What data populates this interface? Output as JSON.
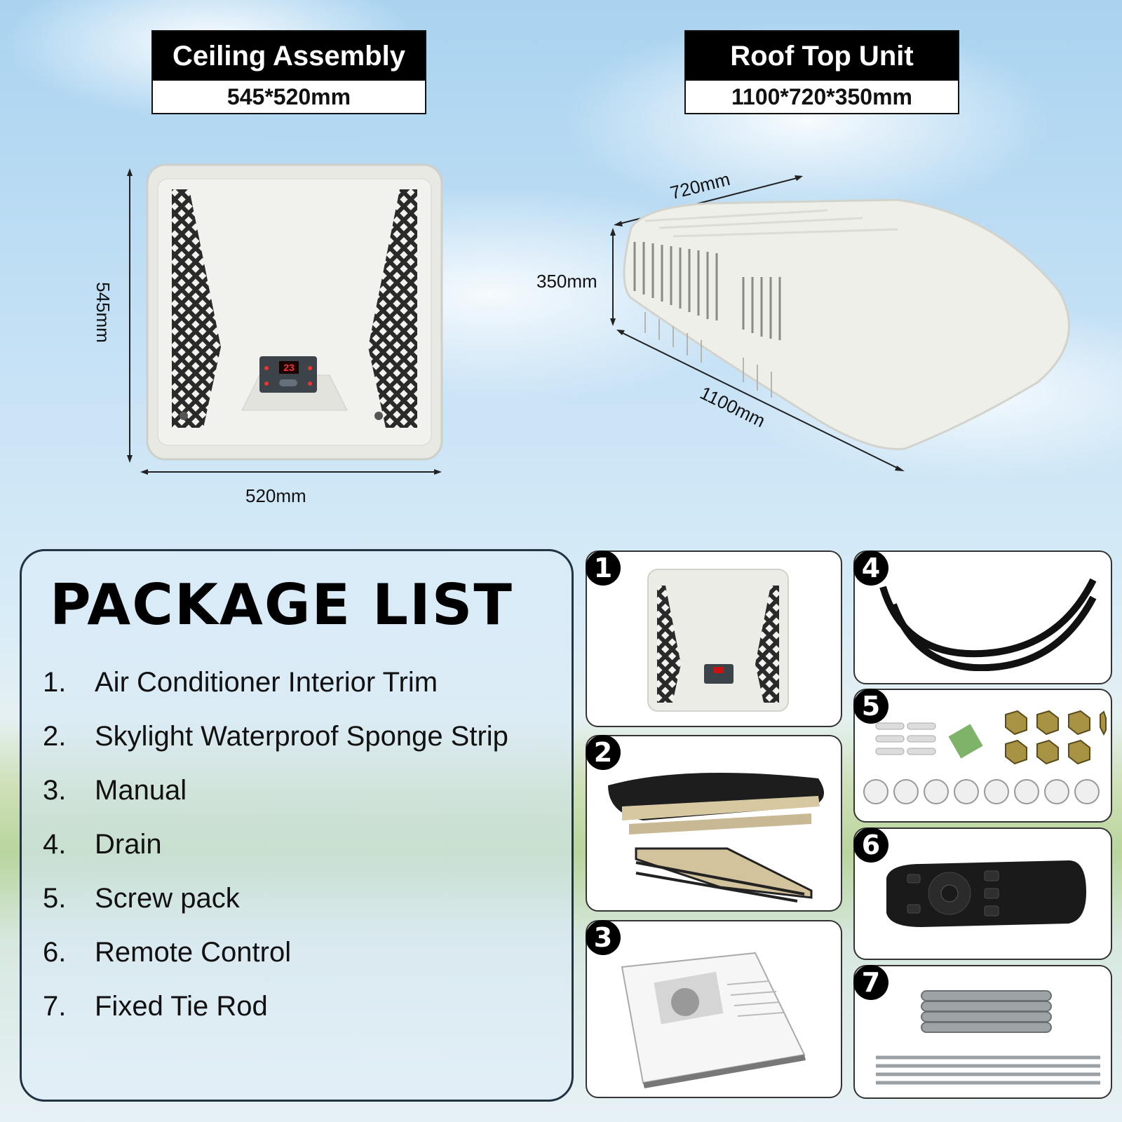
{
  "ceiling": {
    "title": "Ceiling Assembly",
    "size": "545*520mm",
    "height_label": "545mm",
    "width_label": "520mm"
  },
  "roof": {
    "title": "Roof Top Unit",
    "size": "1100*720*350mm",
    "depth_label": "720mm",
    "height_label": "350mm",
    "length_label": "1100mm"
  },
  "display_value": "23",
  "package": {
    "heading": "PACKAGE LIST",
    "items": [
      {
        "num": "1.",
        "label": "Air Conditioner Interior Trim"
      },
      {
        "num": "2.",
        "label": "Skylight Waterproof Sponge Strip"
      },
      {
        "num": "3.",
        "label": "Manual"
      },
      {
        "num": "4.",
        "label": "Drain"
      },
      {
        "num": "5.",
        "label": "Screw pack"
      },
      {
        "num": "6.",
        "label": "Remote Control"
      },
      {
        "num": "7.",
        "label": "Fixed Tie Rod"
      }
    ]
  },
  "badges": [
    "1",
    "2",
    "3",
    "4",
    "5",
    "6",
    "7"
  ],
  "icons": [
    "air-conditioner-ceiling-unit",
    "roof-top-unit",
    "sponge-strip",
    "manual-booklet",
    "drain-hose",
    "screw-pack",
    "remote-control",
    "tie-rods"
  ]
}
